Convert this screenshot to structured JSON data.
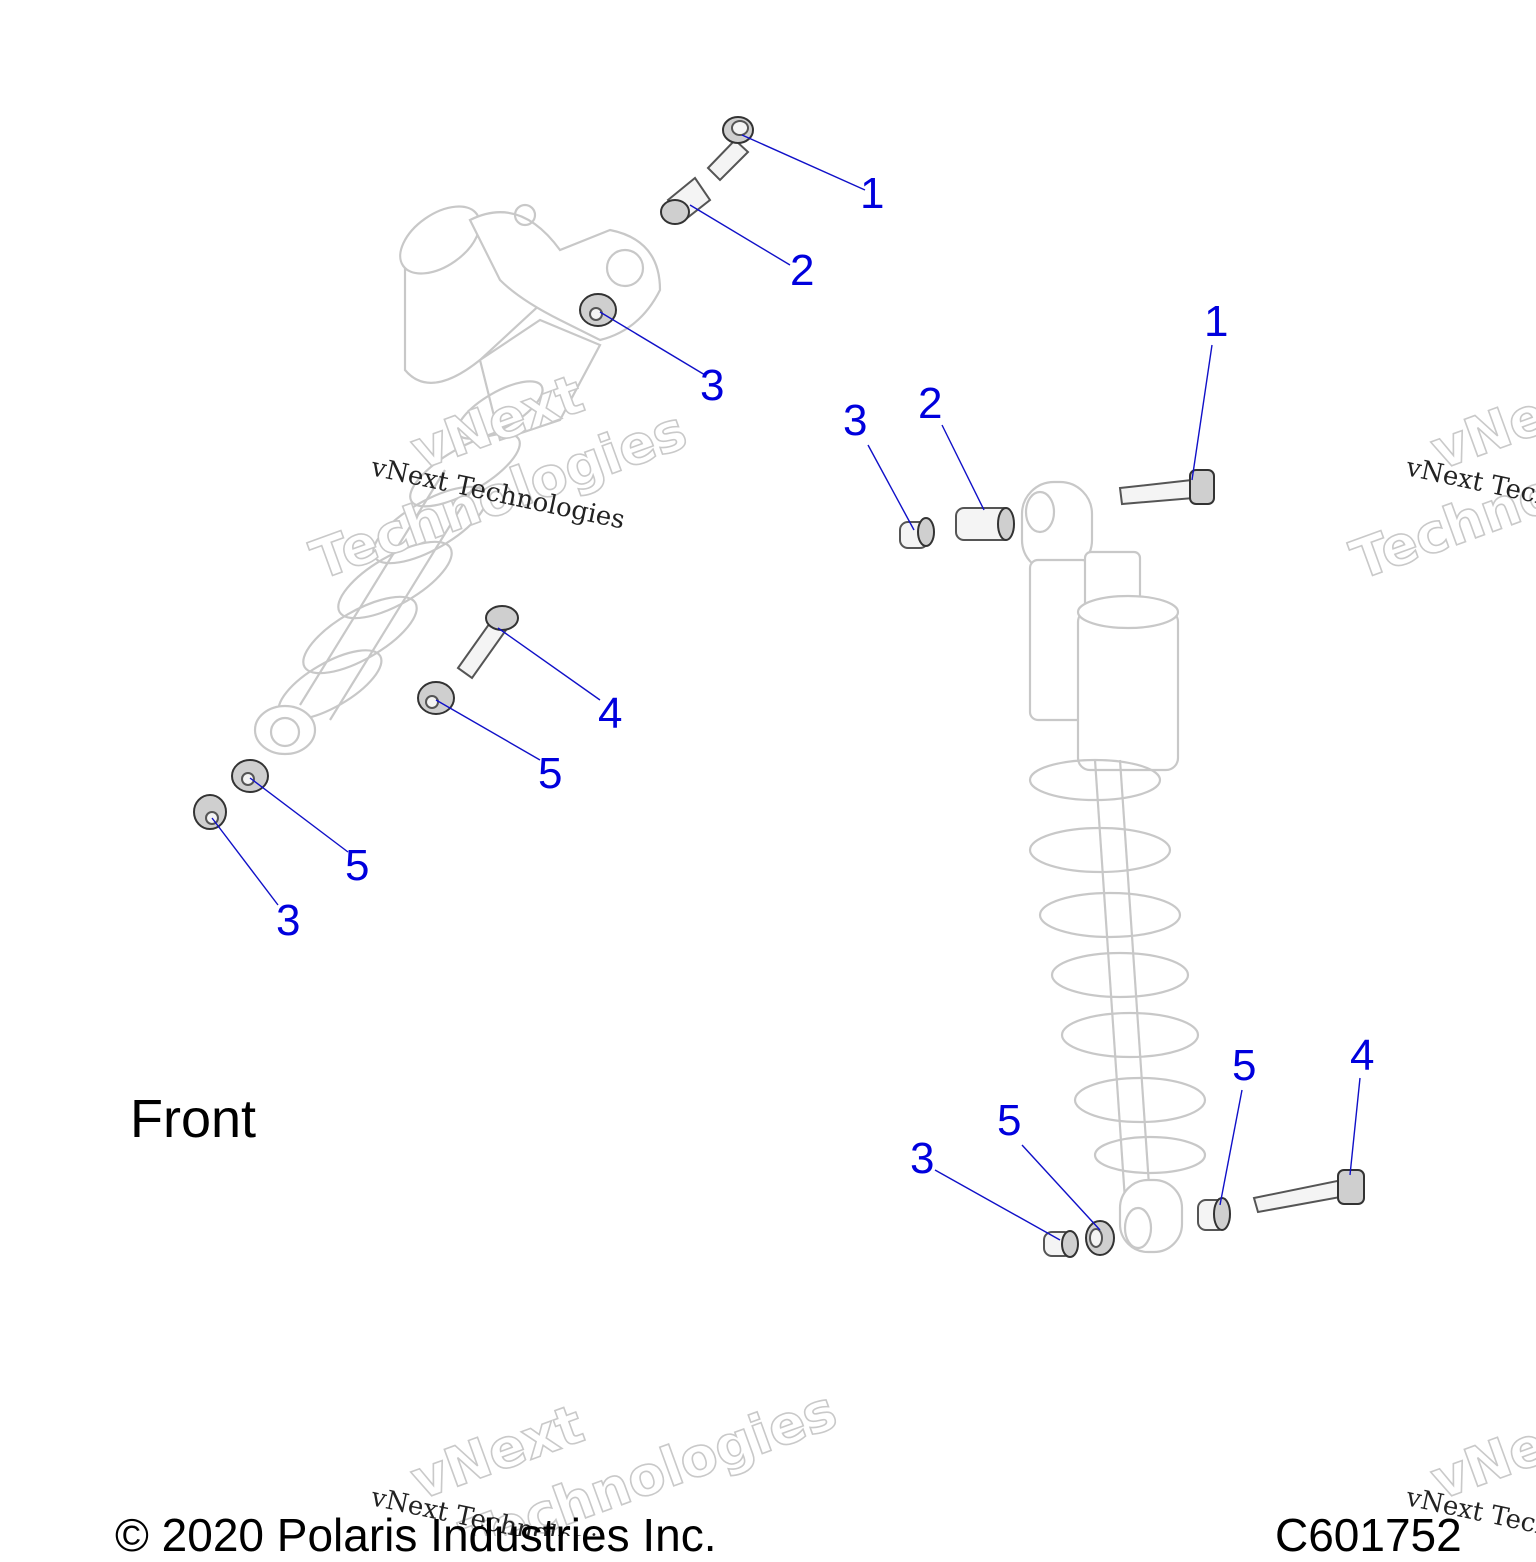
{
  "labels": {
    "front": "Front",
    "copyright": "© 2020 Polaris Industries Inc.",
    "drawing_code": "C601752"
  },
  "watermark": {
    "line1": "vNext Technologies",
    "big1": "vNext",
    "big2": "Technologies"
  },
  "callouts": {
    "front_view": [
      "1",
      "2",
      "3",
      "4",
      "5",
      "5",
      "3"
    ],
    "side_view": [
      "1",
      "2",
      "3",
      "3",
      "5",
      "5",
      "4"
    ]
  },
  "colors": {
    "callout": "#0000dd",
    "line_art": "#c8c8c8"
  }
}
